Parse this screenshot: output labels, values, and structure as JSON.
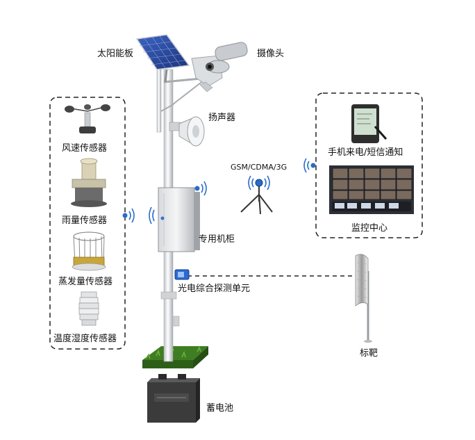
{
  "labels": {
    "solar_panel": "太阳能板",
    "camera": "摄像头",
    "speaker": "扬声器",
    "cabinet": "专用机柜",
    "photo_unit": "光电综合探测单元",
    "battery": "蓄电池",
    "target": "标靶",
    "network": "GSM/CDMA/3G",
    "phone_notify": "手机来电/短信通知",
    "monitor_center": "监控中心"
  },
  "sensors": [
    {
      "label": "风速传感器",
      "icon": "anemometer-icon"
    },
    {
      "label": "雨量传感器",
      "icon": "rain-gauge-icon"
    },
    {
      "label": "蒸发量传感器",
      "icon": "evaporation-sensor-icon"
    },
    {
      "label": "温度湿度传感器",
      "icon": "temp-humidity-sensor-icon"
    }
  ],
  "colors": {
    "wireless_signal": "#2a6cc8",
    "panel_blue": "#2b4fa8",
    "grass": "#4f8f2c",
    "battery": "#3b3b3b",
    "dashed_border": "#222222"
  }
}
